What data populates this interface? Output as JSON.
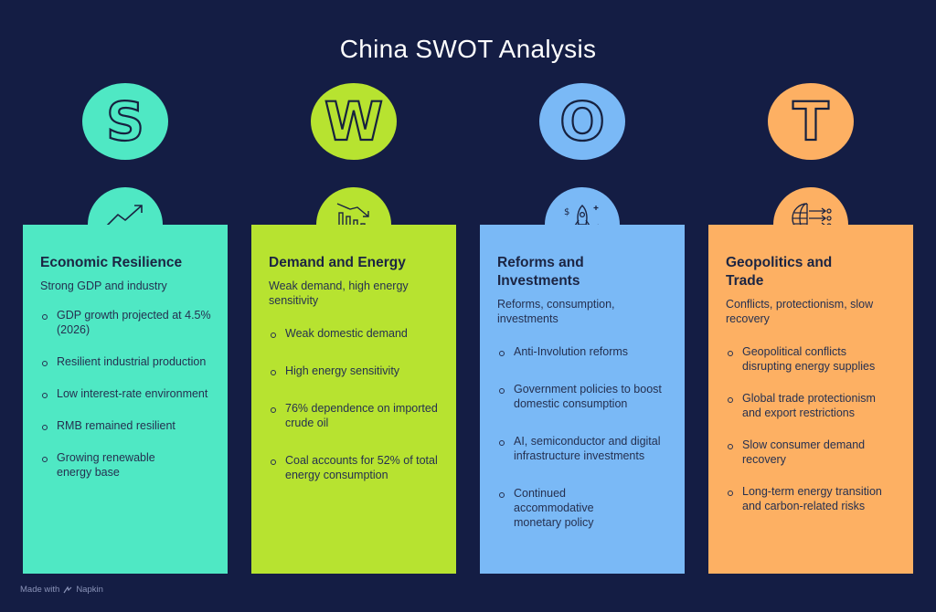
{
  "title": "China SWOT Analysis",
  "colors": {
    "background": "#141d44",
    "strengths": "#4fe8c4",
    "weaknesses": "#b7e330",
    "opportunities": "#7ab9f6",
    "threats": "#fdb063"
  },
  "quadrants": [
    {
      "letter": "S",
      "icon": "trend-up-icon",
      "heading": "Economic Resilience",
      "subtitle": "Strong GDP and industry",
      "items": [
        "GDP growth projected at 4.5% (2026)",
        "Resilient industrial production",
        "Low interest-rate environment",
        "RMB remained resilient",
        "Growing renewable energy base"
      ]
    },
    {
      "letter": "W",
      "icon": "declining-bar-chart-icon",
      "heading": "Demand and Energy",
      "subtitle": "Weak demand, high energy sensitivity",
      "items": [
        "Weak domestic demand",
        "High energy sensitivity",
        "76% dependence on imported crude oil",
        "Coal accounts for 52% of total energy consumption"
      ]
    },
    {
      "letter": "O",
      "icon": "rocket-money-icon",
      "heading": "Reforms and Investments",
      "subtitle": "Reforms, consumption, investments",
      "items": [
        "Anti-Involution reforms",
        "Government policies to boost domestic consumption",
        "AI, semiconductor and digital infrastructure investments",
        "Continued accommodative monetary policy"
      ]
    },
    {
      "letter": "T",
      "icon": "globe-arrows-icon",
      "heading": "Geopolitics and Trade",
      "subtitle": "Conflicts, protectionism, slow recovery",
      "items": [
        "Geopolitical conflicts disrupting energy supplies",
        "Global trade protectionism and export restrictions",
        "Slow consumer demand recovery",
        "Long-term energy transition and carbon-related risks"
      ]
    }
  ],
  "footer": {
    "made_with": "Made with",
    "brand": "Napkin"
  }
}
